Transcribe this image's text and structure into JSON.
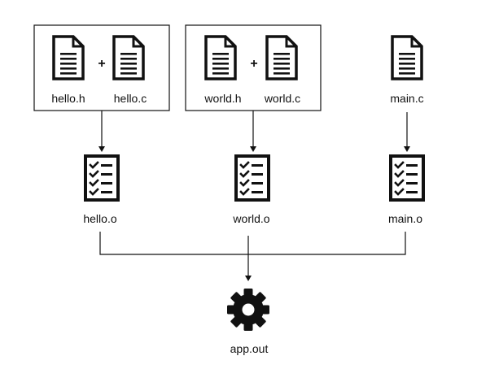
{
  "sources": {
    "hello": {
      "header": "hello.h",
      "source": "hello.c"
    },
    "world": {
      "header": "world.h",
      "source": "world.c"
    },
    "main": {
      "source": "main.c"
    }
  },
  "plus_sign": "+",
  "objects": {
    "hello": "hello.o",
    "world": "world.o",
    "main": "main.o"
  },
  "output": {
    "label": "app.out",
    "icon": "gear-icon"
  },
  "icons": {
    "source_file": "document-icon",
    "object_file": "checklist-icon"
  },
  "colors": {
    "stroke": "#111111",
    "background": "#ffffff"
  }
}
